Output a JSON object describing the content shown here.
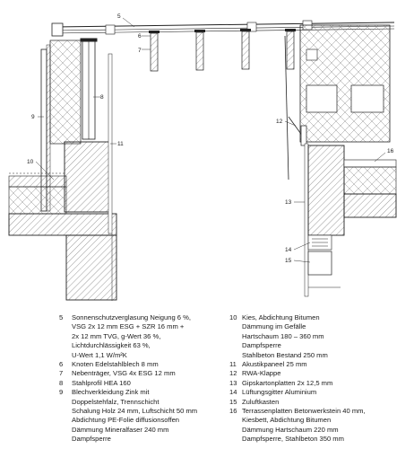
{
  "callouts": {
    "c5": "5",
    "c6": "6",
    "c7": "7",
    "c8": "8",
    "c9": "9",
    "c10": "10",
    "c11": "11",
    "c12": "12",
    "c13": "13",
    "c14": "14",
    "c15": "15",
    "c16": "16"
  },
  "legend": {
    "left": [
      {
        "num": "5",
        "lines": [
          "Sonnenschutzverglasung Neigung 6 %,",
          "VSG 2x 12 mm ESG + SZR 16 mm +",
          "2x 12 mm TVG, g-Wert 36 %,",
          "Lichtdurchlässigkeit 63 %,",
          "U-Wert 1,1 W/m²K"
        ]
      },
      {
        "num": "6",
        "lines": [
          "Knoten Edelstahlblech 8 mm"
        ]
      },
      {
        "num": "7",
        "lines": [
          "Nebenträger, VSG 4x ESG 12 mm"
        ]
      },
      {
        "num": "8",
        "lines": [
          "Stahlprofil HEA 160"
        ]
      },
      {
        "num": "9",
        "lines": [
          "Blechverkleidung Zink mit",
          "Doppelstehfalz, Trennschicht",
          "Schalung Holz 24 mm, Luftschicht 50 mm",
          "Abdichtung PE-Folie diffusionsoffen",
          "Dämmung Mineralfaser 240 mm",
          "Dampfsperre"
        ]
      }
    ],
    "right": [
      {
        "num": "10",
        "lines": [
          "Kies, Abdichtung Bitumen",
          "Dämmung im Gefälle",
          "Hartschaum 180 – 360 mm",
          "Dampfsperre",
          "Stahlbeton Bestand 250 mm"
        ]
      },
      {
        "num": "11",
        "lines": [
          "Akustikpaneel 25 mm"
        ]
      },
      {
        "num": "12",
        "lines": [
          "RWA-Klappe"
        ]
      },
      {
        "num": "13",
        "lines": [
          "Gipskartonplatten 2x 12,5 mm"
        ]
      },
      {
        "num": "14",
        "lines": [
          "Lüftungsgitter Aluminium"
        ]
      },
      {
        "num": "15",
        "lines": [
          "Zuluftkasten"
        ]
      },
      {
        "num": "16",
        "lines": [
          "Terrassenplatten Betonwerkstein 40 mm,",
          "Kiesbett, Abdichtung Bitumen",
          "Dämmung Hartschaum 220 mm",
          "Dampfsperre, Stahlbeton 350 mm"
        ]
      }
    ]
  }
}
